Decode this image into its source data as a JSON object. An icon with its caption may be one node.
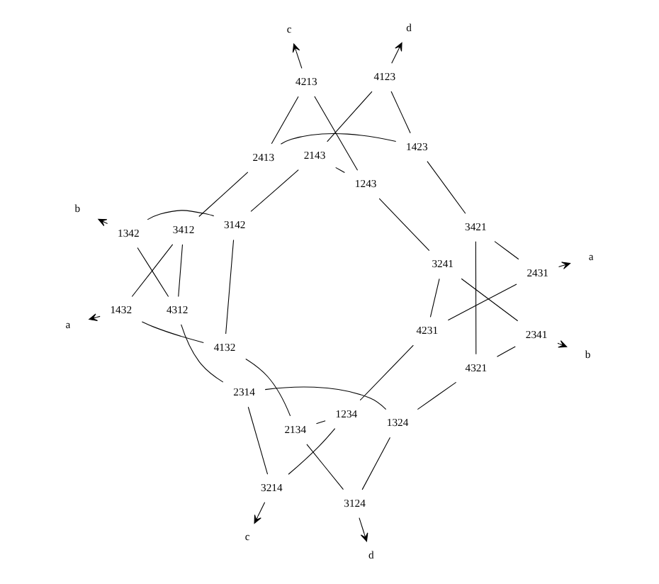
{
  "diagram": {
    "nodes": [
      {
        "text": [
          "1234"
        ]
      },
      {
        "text": [
          "4231"
        ]
      },
      {
        "text": [
          "c"
        ]
      },
      {
        "text": [
          "a"
        ]
      },
      {
        "text": [
          "3214"
        ]
      },
      {
        "text": [
          "2134"
        ]
      },
      {
        "text": [
          "3241"
        ]
      },
      {
        "text": [
          "2431"
        ]
      },
      {
        "text": [
          "2314"
        ]
      },
      {
        "text": [
          "3124"
        ]
      },
      {
        "text": [
          "2341"
        ]
      },
      {
        "text": [
          "3421"
        ]
      },
      {
        "text": [
          "d"
        ]
      },
      {
        "text": [
          "b"
        ]
      },
      {
        "text": [
          "1324"
        ]
      },
      {
        "text": [
          "4321"
        ]
      },
      {
        "text": [
          "3412"
        ]
      },
      {
        "text": [
          "2413"
        ]
      },
      {
        "text": [
          "a"
        ]
      },
      {
        "text": [
          "c"
        ]
      },
      {
        "text": [
          "4312"
        ]
      },
      {
        "text": [
          "1432"
        ]
      },
      {
        "text": [
          "4213"
        ]
      },
      {
        "text": [
          "1423"
        ]
      },
      {
        "text": [
          "1342"
        ]
      },
      {
        "text": [
          "4132"
        ]
      },
      {
        "text": [
          "1243"
        ]
      },
      {
        "text": [
          "4123"
        ]
      },
      {
        "text": [
          "b"
        ]
      },
      {
        "text": [
          "d"
        ]
      },
      {
        "text": [
          "3142"
        ]
      },
      {
        "text": [
          "2143"
        ]
      }
    ],
    "edges": [
      {
        "from": 0,
        "to": 5,
        "arrow": "none"
      },
      {
        "from": 5,
        "to": 9,
        "arrow": "none"
      },
      {
        "from": 9,
        "to": 14,
        "arrow": "none"
      },
      {
        "from": 14,
        "to": 8,
        "arrow": "none"
      },
      {
        "from": 8,
        "to": 4,
        "arrow": "none"
      },
      {
        "from": 4,
        "to": 0,
        "arrow": "none"
      },
      {
        "from": 4,
        "to": 2,
        "arrow": "to"
      },
      {
        "from": 9,
        "to": 12,
        "arrow": "to"
      },
      {
        "from": 1,
        "to": 6,
        "arrow": "none"
      },
      {
        "from": 6,
        "to": 10,
        "arrow": "none"
      },
      {
        "from": 10,
        "to": 15,
        "arrow": "none"
      },
      {
        "from": 15,
        "to": 11,
        "arrow": "none"
      },
      {
        "from": 11,
        "to": 7,
        "arrow": "none"
      },
      {
        "from": 7,
        "to": 1,
        "arrow": "none"
      },
      {
        "from": 7,
        "to": 3,
        "arrow": "to"
      },
      {
        "from": 10,
        "to": 13,
        "arrow": "to"
      },
      {
        "from": 16,
        "to": 21,
        "arrow": "none"
      },
      {
        "from": 21,
        "to": 25,
        "arrow": "none"
      },
      {
        "from": 25,
        "to": 30,
        "arrow": "none"
      },
      {
        "from": 30,
        "to": 24,
        "arrow": "none"
      },
      {
        "from": 24,
        "to": 20,
        "arrow": "none"
      },
      {
        "from": 20,
        "to": 16,
        "arrow": "none"
      },
      {
        "from": 21,
        "to": 18,
        "arrow": "to"
      },
      {
        "from": 24,
        "to": 28,
        "arrow": "to"
      },
      {
        "from": 17,
        "to": 22,
        "arrow": "none"
      },
      {
        "from": 22,
        "to": 26,
        "arrow": "none"
      },
      {
        "from": 26,
        "to": 31,
        "arrow": "none"
      },
      {
        "from": 31,
        "to": 27,
        "arrow": "none"
      },
      {
        "from": 27,
        "to": 23,
        "arrow": "none"
      },
      {
        "from": 23,
        "to": 17,
        "arrow": "none"
      },
      {
        "from": 22,
        "to": 19,
        "arrow": "to"
      },
      {
        "from": 27,
        "to": 29,
        "arrow": "to"
      },
      {
        "from": 0,
        "to": 1,
        "arrow": "none"
      },
      {
        "from": 14,
        "to": 15,
        "arrow": "none"
      },
      {
        "from": 8,
        "to": 20,
        "arrow": "none"
      },
      {
        "from": 11,
        "to": 23,
        "arrow": "none"
      },
      {
        "from": 16,
        "to": 17,
        "arrow": "none"
      },
      {
        "from": 30,
        "to": 31,
        "arrow": "none"
      },
      {
        "from": 5,
        "to": 25,
        "arrow": "none"
      },
      {
        "from": 6,
        "to": 26,
        "arrow": "none"
      }
    ]
  }
}
